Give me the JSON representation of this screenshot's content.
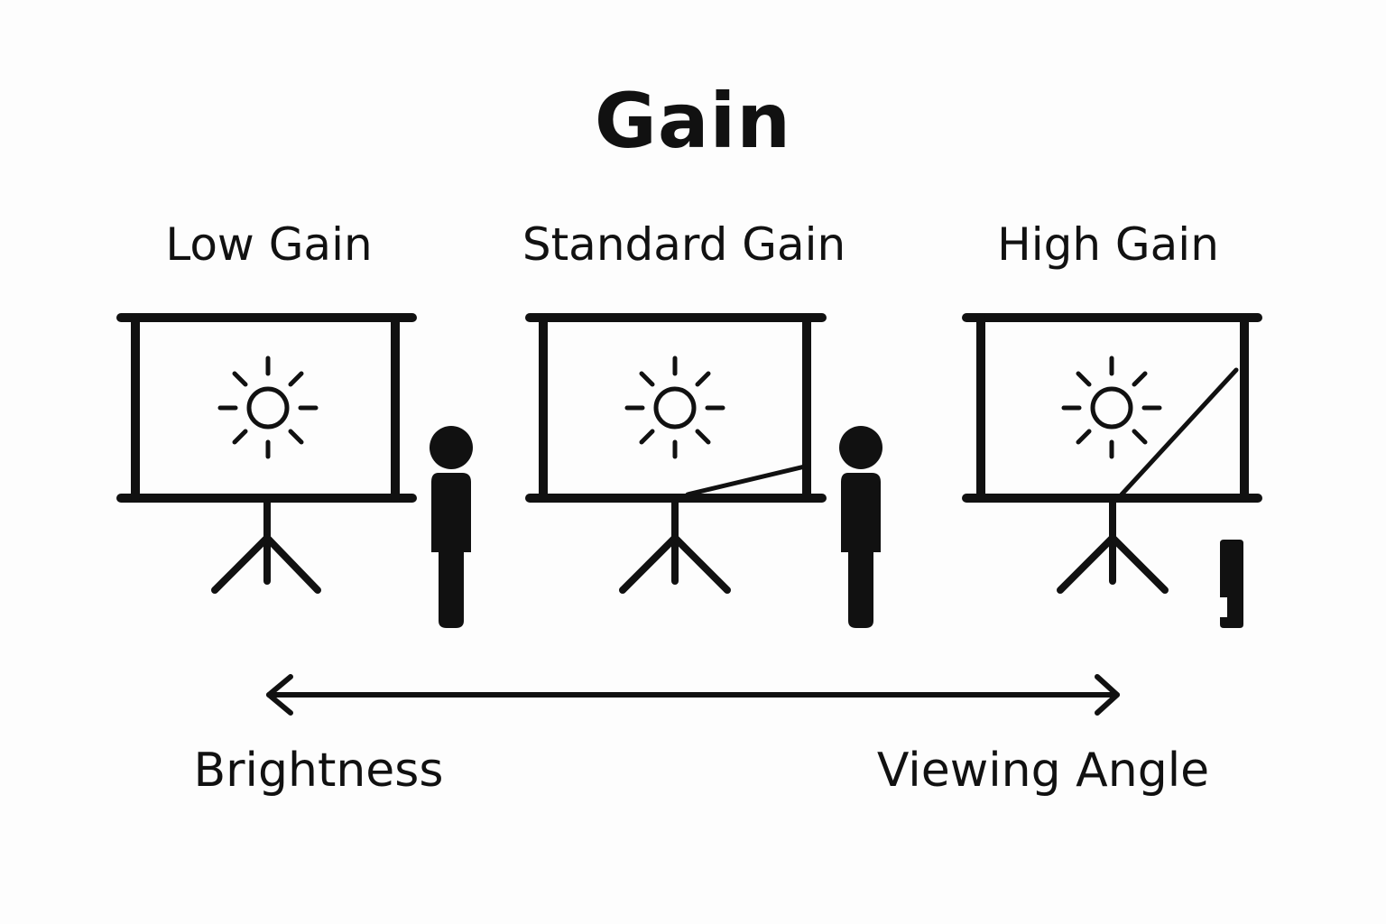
{
  "title": "Gain",
  "panels": [
    {
      "label": "Low Gain"
    },
    {
      "label": "Standard Gain"
    },
    {
      "label": "High Gain"
    }
  ],
  "axis": {
    "left_label": "Brightness",
    "right_label": "Viewing Angle"
  },
  "icons": {
    "brightness": "sun-icon",
    "screen": "projector-screen-icon",
    "viewer": "person-icon",
    "reflection": "reflection-ray"
  },
  "colors": {
    "ink": "#111111",
    "background": "#fdfdfd"
  }
}
